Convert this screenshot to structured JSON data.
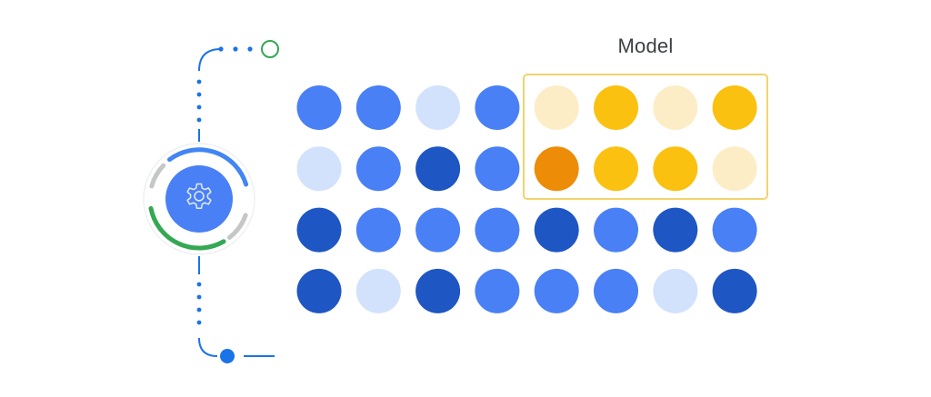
{
  "model_box": {
    "label": "Model",
    "border_color": "#f3d36b"
  },
  "pipeline": {
    "hub_icon": "gear-icon",
    "start_node_color": "#34a853",
    "end_node_color": "#1a73e8",
    "connector_color": "#1a73e8",
    "ring_colors": {
      "blue": "#4285f4",
      "green": "#34a853",
      "grey": "#c4c7c5",
      "hub_fill": "#4a80f5"
    }
  },
  "palette": {
    "L": "#d2e2fc",
    "M": "#4a80f5",
    "D": "#1e56c3",
    "Y": "#fbc111",
    "P": "#fdedc6",
    "O": "#ec8c07"
  },
  "grid": {
    "rows": [
      [
        "M",
        "M",
        "L",
        "M",
        "P",
        "Y",
        "P",
        "Y"
      ],
      [
        "L",
        "M",
        "D",
        "M",
        "O",
        "Y",
        "Y",
        "P"
      ],
      [
        "D",
        "M",
        "M",
        "M",
        "D",
        "M",
        "D",
        "M"
      ],
      [
        "D",
        "L",
        "D",
        "M",
        "M",
        "M",
        "L",
        "D"
      ]
    ]
  }
}
